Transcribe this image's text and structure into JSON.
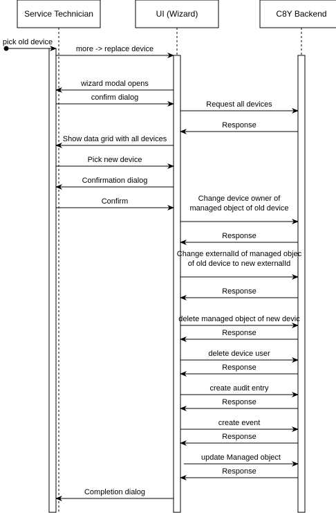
{
  "participants": [
    {
      "id": "tech",
      "label": "Service Technician"
    },
    {
      "id": "ui",
      "label": "UI (Wizard)"
    },
    {
      "id": "backend",
      "label": "C8Y Backend"
    }
  ],
  "messages": [
    {
      "from": "start",
      "to": "tech",
      "lines": [
        "pick old device"
      ]
    },
    {
      "from": "tech",
      "to": "ui",
      "lines": [
        "more -> replace device"
      ]
    },
    {
      "from": "ui",
      "to": "tech",
      "lines": [
        "wizard modal opens"
      ]
    },
    {
      "from": "tech",
      "to": "ui",
      "lines": [
        "confirm dialog"
      ]
    },
    {
      "from": "ui",
      "to": "backend",
      "lines": [
        "Request all devices"
      ]
    },
    {
      "from": "backend",
      "to": "ui",
      "lines": [
        "Response"
      ]
    },
    {
      "from": "ui",
      "to": "tech",
      "lines": [
        "Show data grid with all devices"
      ]
    },
    {
      "from": "tech",
      "to": "ui",
      "lines": [
        "Pick new device"
      ]
    },
    {
      "from": "ui",
      "to": "tech",
      "lines": [
        "Confirmation dialog"
      ]
    },
    {
      "from": "tech",
      "to": "ui",
      "lines": [
        "Confirm"
      ]
    },
    {
      "from": "ui",
      "to": "backend",
      "lines": [
        "Change device owner of",
        "managed object of old device"
      ]
    },
    {
      "from": "backend",
      "to": "ui",
      "lines": [
        "Response"
      ]
    },
    {
      "from": "ui",
      "to": "backend",
      "lines": [
        "Change externalId of managed objec",
        "of old device to new externalId"
      ]
    },
    {
      "from": "backend",
      "to": "ui",
      "lines": [
        "Response"
      ]
    },
    {
      "from": "ui",
      "to": "backend",
      "lines": [
        "delete managed object of new devic"
      ]
    },
    {
      "from": "backend",
      "to": "ui",
      "lines": [
        "Response"
      ]
    },
    {
      "from": "ui",
      "to": "backend",
      "lines": [
        "delete device user"
      ]
    },
    {
      "from": "backend",
      "to": "ui",
      "lines": [
        "Response"
      ]
    },
    {
      "from": "ui",
      "to": "backend",
      "lines": [
        "create audit entry"
      ]
    },
    {
      "from": "backend",
      "to": "ui",
      "lines": [
        "Response"
      ]
    },
    {
      "from": "ui",
      "to": "backend",
      "lines": [
        "create event"
      ]
    },
    {
      "from": "backend",
      "to": "ui",
      "lines": [
        "Response"
      ]
    },
    {
      "from": "ui",
      "to": "backend",
      "lines": [
        "update Managed object"
      ]
    },
    {
      "from": "backend",
      "to": "ui",
      "lines": [
        "Response"
      ]
    },
    {
      "from": "ui",
      "to": "tech",
      "lines": [
        "Completion dialog"
      ]
    }
  ]
}
